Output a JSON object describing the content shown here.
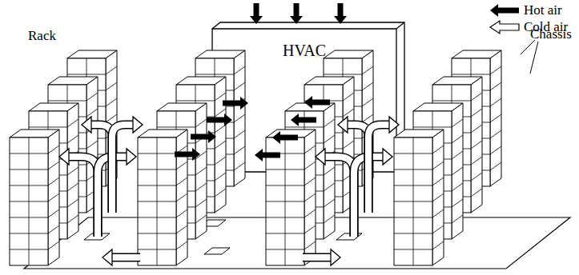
{
  "diagram": {
    "nodes": [
      {
        "text": [
          "HVAC"
        ]
      }
    ],
    "labels": [
      "Rack",
      "Chassis"
    ],
    "legend": [
      {
        "text": "Hot air"
      },
      {
        "text": "Cold air"
      }
    ]
  }
}
